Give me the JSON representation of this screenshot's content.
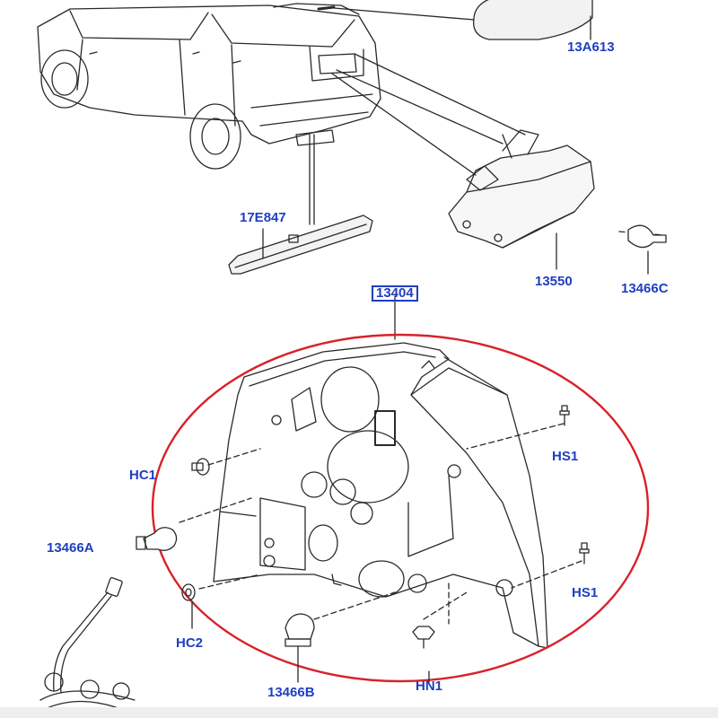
{
  "labels": {
    "l13A613": "13A613",
    "l17E847": "17E847",
    "l13550": "13550",
    "l13466C": "13466C",
    "l13404": "13404",
    "lHC1": "HC1",
    "lHS1a": "HS1",
    "lHS1b": "HS1",
    "l13466A": "13466A",
    "lHC2": "HC2",
    "l13466B": "13466B",
    "lHN1": "HN1"
  },
  "colors": {
    "label_text": "#1f3fbf",
    "highlight_ellipse": "#d8222a",
    "line_art": "#222222"
  }
}
